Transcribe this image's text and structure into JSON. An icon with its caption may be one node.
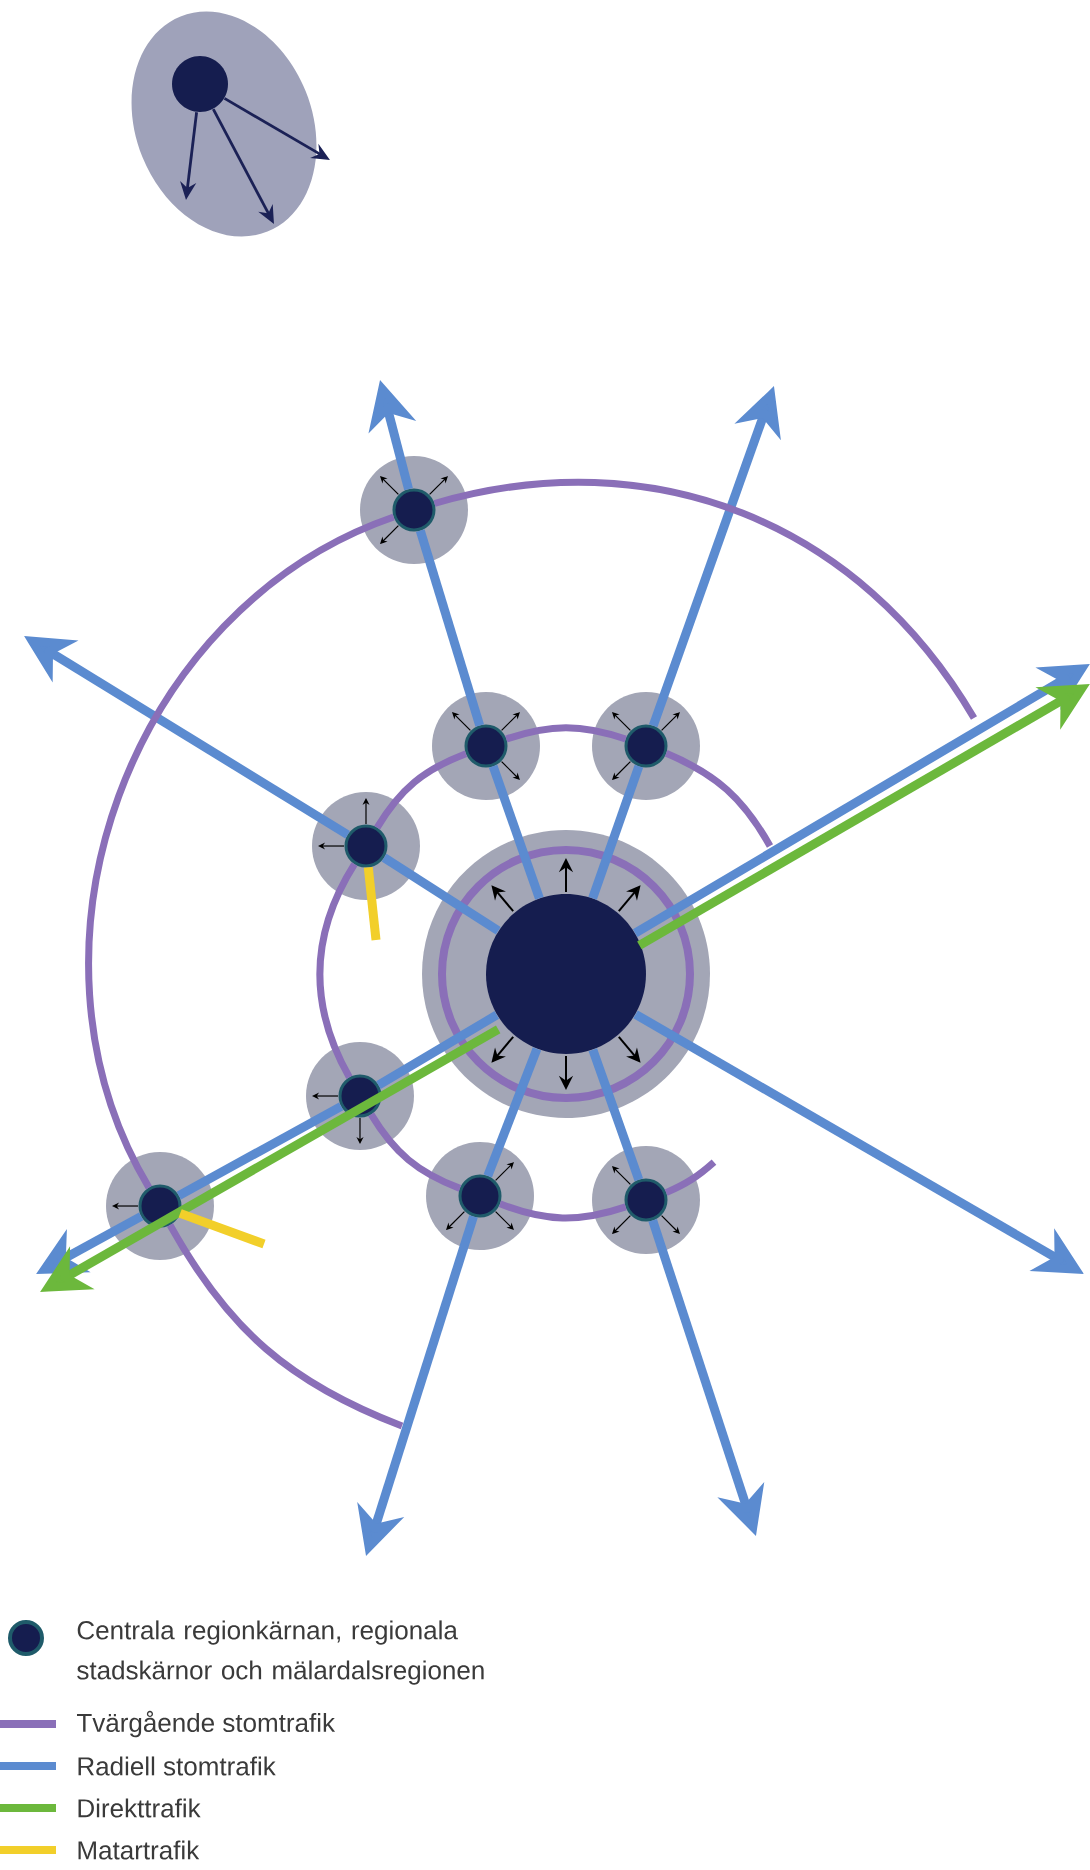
{
  "diagram": {
    "nodes": [
      {
        "text": [],
        "shape": "circle"
      },
      {
        "text": [],
        "shape": "circle"
      },
      {
        "text": [],
        "shape": "circle"
      },
      {
        "text": [],
        "shape": "circle"
      },
      {
        "text": [],
        "shape": "circle"
      },
      {
        "text": [],
        "shape": "circle"
      },
      {
        "text": [],
        "shape": "circle"
      },
      {
        "text": [],
        "shape": "circle"
      },
      {
        "text": [],
        "shape": "circle"
      },
      {
        "text": [],
        "shape": "circle"
      }
    ],
    "edges": [
      {
        "from": 0,
        "to": null,
        "arrow": "to",
        "color": "#1b2156"
      },
      {
        "from": 0,
        "to": null,
        "arrow": "to",
        "color": "#1b2156"
      },
      {
        "from": 0,
        "to": null,
        "arrow": "to",
        "color": "#1b2156"
      },
      {
        "from": 1,
        "to": 3,
        "arrow": "none"
      },
      {
        "from": 3,
        "to": 2,
        "arrow": "none"
      },
      {
        "from": 2,
        "to": null,
        "arrow": "to"
      },
      {
        "from": 1,
        "to": 4,
        "arrow": "none"
      },
      {
        "from": 4,
        "to": null,
        "arrow": "to"
      },
      {
        "from": 1,
        "to": 5,
        "arrow": "none"
      },
      {
        "from": 5,
        "to": null,
        "arrow": "to"
      },
      {
        "from": 1,
        "to": 6,
        "arrow": "none"
      },
      {
        "from": 6,
        "to": 7,
        "arrow": "none"
      },
      {
        "from": 7,
        "to": null,
        "arrow": "to"
      },
      {
        "from": 1,
        "to": 8,
        "arrow": "none"
      },
      {
        "from": 8,
        "to": null,
        "arrow": "to"
      },
      {
        "from": 1,
        "to": 9,
        "arrow": "none"
      },
      {
        "from": 9,
        "to": null,
        "arrow": "to"
      },
      {
        "from": 1,
        "to": null,
        "arrow": "to"
      },
      {
        "from": 1,
        "to": null,
        "arrow": "to"
      },
      {
        "from": 1,
        "to": null,
        "arrow": "to",
        "color": "#6cb83c"
      },
      {
        "from": 1,
        "to": null,
        "arrow": "to",
        "color": "#6cb83c"
      },
      {
        "from": 5,
        "to": null,
        "arrow": "none",
        "color": "#f2cf2a"
      },
      {
        "from": 7,
        "to": null,
        "arrow": "none",
        "color": "#f2cf2a"
      },
      {
        "from": null,
        "to": 4,
        "arrow": "none",
        "color": "#8a6fb8"
      },
      {
        "from": 4,
        "to": 3,
        "arrow": "none",
        "color": "#8a6fb8"
      },
      {
        "from": 3,
        "to": 5,
        "arrow": "none",
        "color": "#8a6fb8"
      },
      {
        "from": 5,
        "to": 6,
        "arrow": "none",
        "color": "#8a6fb8"
      },
      {
        "from": 6,
        "to": 8,
        "arrow": "none",
        "color": "#8a6fb8"
      },
      {
        "from": 8,
        "to": 9,
        "arrow": "none",
        "color": "#8a6fb8"
      },
      {
        "from": 9,
        "to": null,
        "arrow": "none",
        "color": "#8a6fb8"
      },
      {
        "from": null,
        "to": 2,
        "arrow": "none",
        "color": "#8a6fb8"
      },
      {
        "from": 2,
        "to": 7,
        "arrow": "none",
        "color": "#8a6fb8"
      },
      {
        "from": 7,
        "to": null,
        "arrow": "none",
        "color": "#8a6fb8"
      }
    ],
    "legend": [
      {
        "text": "Centrala regionkärnan, regionala stadskärnor och mälardalsregionen"
      },
      {
        "text": "Tvärgående stomtrafik"
      },
      {
        "text": "Radiell stomtrafik"
      },
      {
        "text": "Direkttrafik"
      },
      {
        "text": "Matartrafik"
      }
    ]
  }
}
